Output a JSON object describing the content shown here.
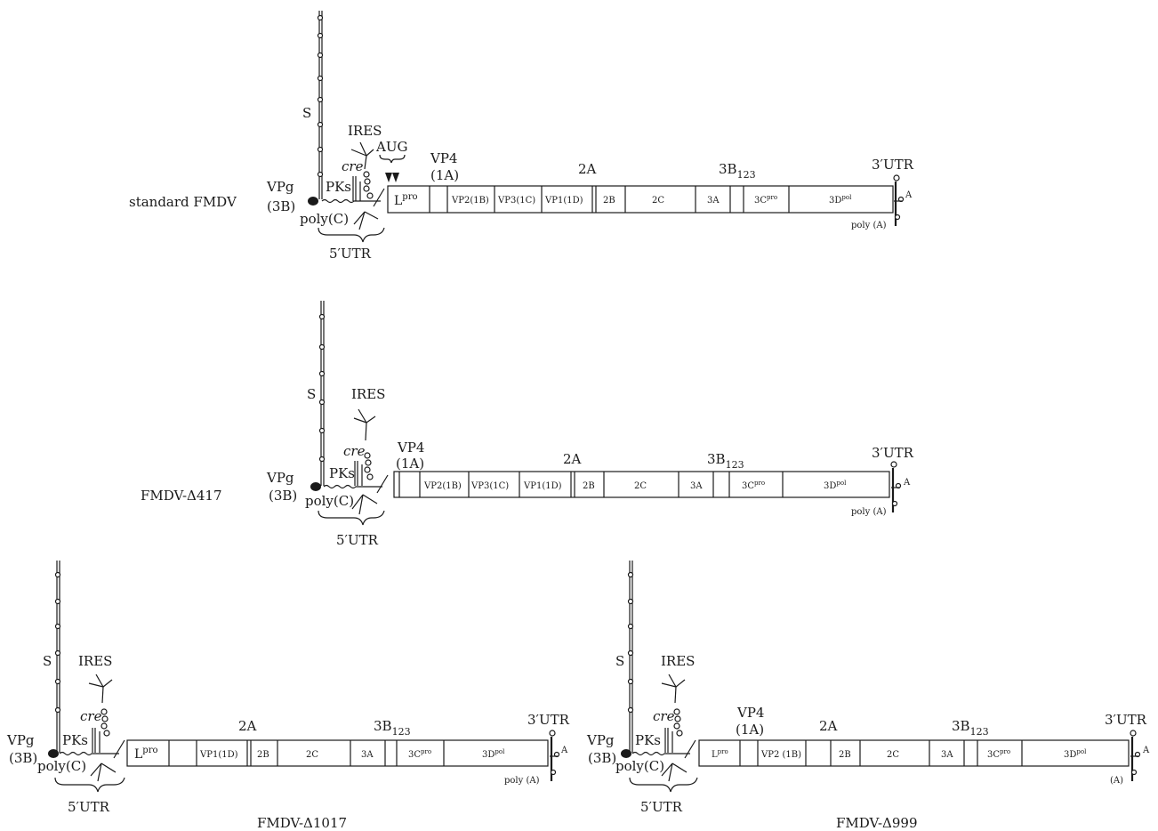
{
  "labels": {
    "s": "S",
    "ires": "IRES",
    "cre": "cre",
    "pks": "PKs",
    "vpg": "VPg",
    "vpg_3b": "(3B)",
    "polyc": "poly(C)",
    "utr5": "5′UTR",
    "utr3": "3′UTR",
    "polya": "poly (A)",
    "a_short": "(A)",
    "a": "A",
    "aug": "AUG",
    "vp4": "VP4",
    "vp4_1a": "(1A)",
    "twoA": "2A",
    "threeB": "3B",
    "threeB_sub": "123"
  },
  "genomes": [
    {
      "name": "standard FMDV",
      "segments": [
        "L",
        "pro",
        "",
        "VP2(1B)",
        "VP3(1C)",
        "VP1(1D)",
        "2B",
        "2C",
        "3A",
        "3C",
        "pro",
        "3D",
        "pol"
      ]
    },
    {
      "name": "FMDV-Δ417",
      "segments": [
        "",
        "VP2(1B)",
        "VP3(1C)",
        "VP1(1D)",
        "2B",
        "2C",
        "3A",
        "3C",
        "pro",
        "3D",
        "pol"
      ]
    },
    {
      "name": "FMDV-Δ1017",
      "segments": [
        "L",
        "pro",
        "",
        "VP1(1D)",
        "2B",
        "2C",
        "3A",
        "3C",
        "pro",
        "3D",
        "pol"
      ]
    },
    {
      "name": "FMDV-Δ999",
      "segments": [
        "L",
        "pro",
        "",
        "VP2 (1B)",
        "2B",
        "2C",
        "3A",
        "3C",
        "pro",
        "3D",
        "pol"
      ]
    }
  ]
}
